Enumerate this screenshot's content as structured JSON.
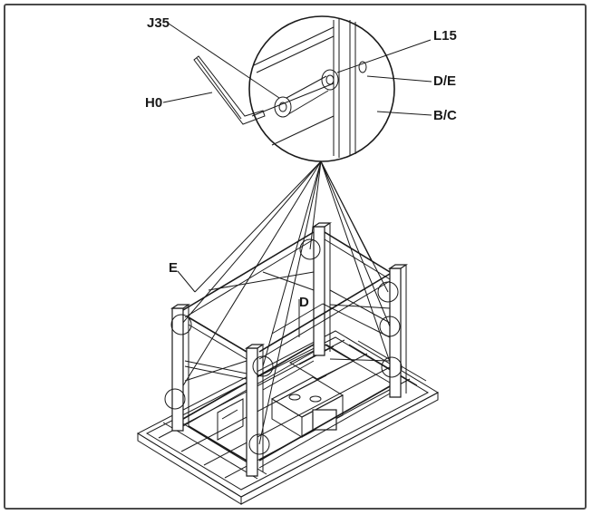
{
  "labels": {
    "j35": "J35",
    "l15": "L15",
    "h0": "H0",
    "de": "D/E",
    "bc": "B/C",
    "e": "E",
    "d": "D"
  },
  "colors": {
    "ink": "#1a1a1a",
    "frame": "#4a4a4a",
    "background": "#ffffff"
  }
}
